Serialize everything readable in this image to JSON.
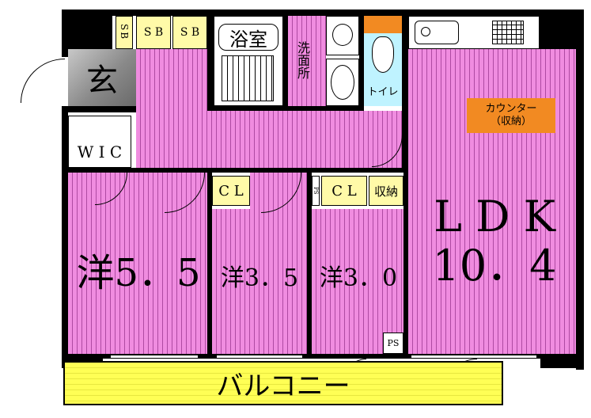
{
  "rooms": {
    "genkan": "玄",
    "wic": "W I C",
    "yoshitsu_a": "洋5．5",
    "yoshitsu_b": "洋3．5",
    "yoshitsu_c": "洋3．0",
    "ldk_line1": "L D K",
    "ldk_line2": "10．4",
    "balcony": "バルコニー",
    "bath": "浴室",
    "washroom": "洗面所",
    "toilet": "トイレ",
    "counter_line1": "カウンター",
    "counter_line2": "（収納）"
  },
  "storage": {
    "sb_vertical": "SB",
    "sb_2": "S B",
    "sb_3": "S B",
    "cl_1": "C L",
    "cl_2": "C L",
    "shuno": "収納",
    "ps_small": "PS",
    "ps_bottom": "PS"
  }
}
